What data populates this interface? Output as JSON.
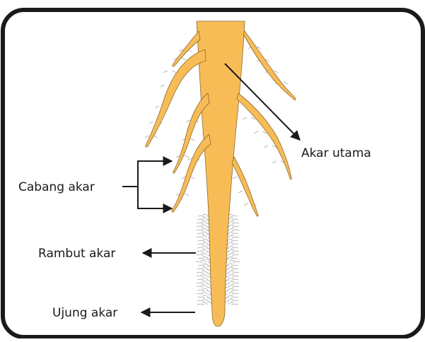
{
  "labels": {
    "main_root": "Akar utama",
    "branch_root": "Cabang akar",
    "root_hair": "Rambut akar",
    "root_tip": "Ujung akar"
  },
  "colors": {
    "root_fill": "#F8BC57",
    "root_outline": "#8a6a2c",
    "hair": "#b9b9b9",
    "frame": "#1a1a1a",
    "text": "#1a1a1a"
  }
}
